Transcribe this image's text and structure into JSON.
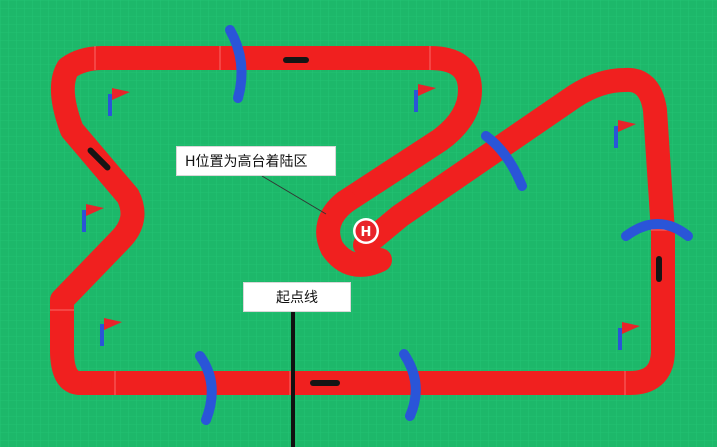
{
  "labels": {
    "landing_zone": "H位置为高台着陆区",
    "start_line": "起点线",
    "h_marker": "H"
  },
  "colors": {
    "field": "#1db86a",
    "track": "#f0201f",
    "gate": "#2a55d8",
    "arrow": "#151515",
    "flag": "#e8242a",
    "pole": "#2a55d8"
  },
  "icons": {
    "flag": "flag-icon",
    "arrow": "direction-arrow-icon",
    "gate": "gate-arch-icon"
  }
}
